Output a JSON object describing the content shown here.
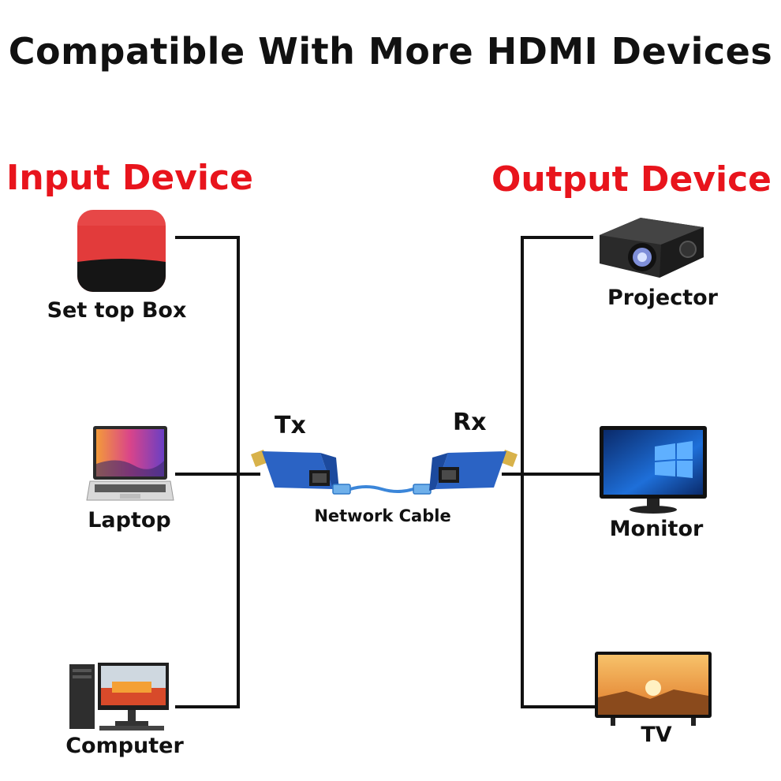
{
  "title": "Compatible With More HDMI Devices",
  "input": {
    "heading": "Input Device",
    "devices": [
      {
        "label": "Set top Box",
        "icon": "set-top-box-icon"
      },
      {
        "label": "Laptop",
        "icon": "laptop-icon"
      },
      {
        "label": "Computer",
        "icon": "computer-icon"
      }
    ]
  },
  "output": {
    "heading": "Output Device",
    "devices": [
      {
        "label": "Projector",
        "icon": "projector-icon"
      },
      {
        "label": "Monitor",
        "icon": "monitor-icon"
      },
      {
        "label": "TV",
        "icon": "tv-icon"
      }
    ]
  },
  "extender": {
    "tx_label": "Tx",
    "rx_label": "Rx",
    "cable_label": "Network Cable"
  },
  "colors": {
    "heading": "#e8141c",
    "extender_body": "#2b63c4",
    "cable": "#3b86d9",
    "connector_line": "#111111"
  }
}
